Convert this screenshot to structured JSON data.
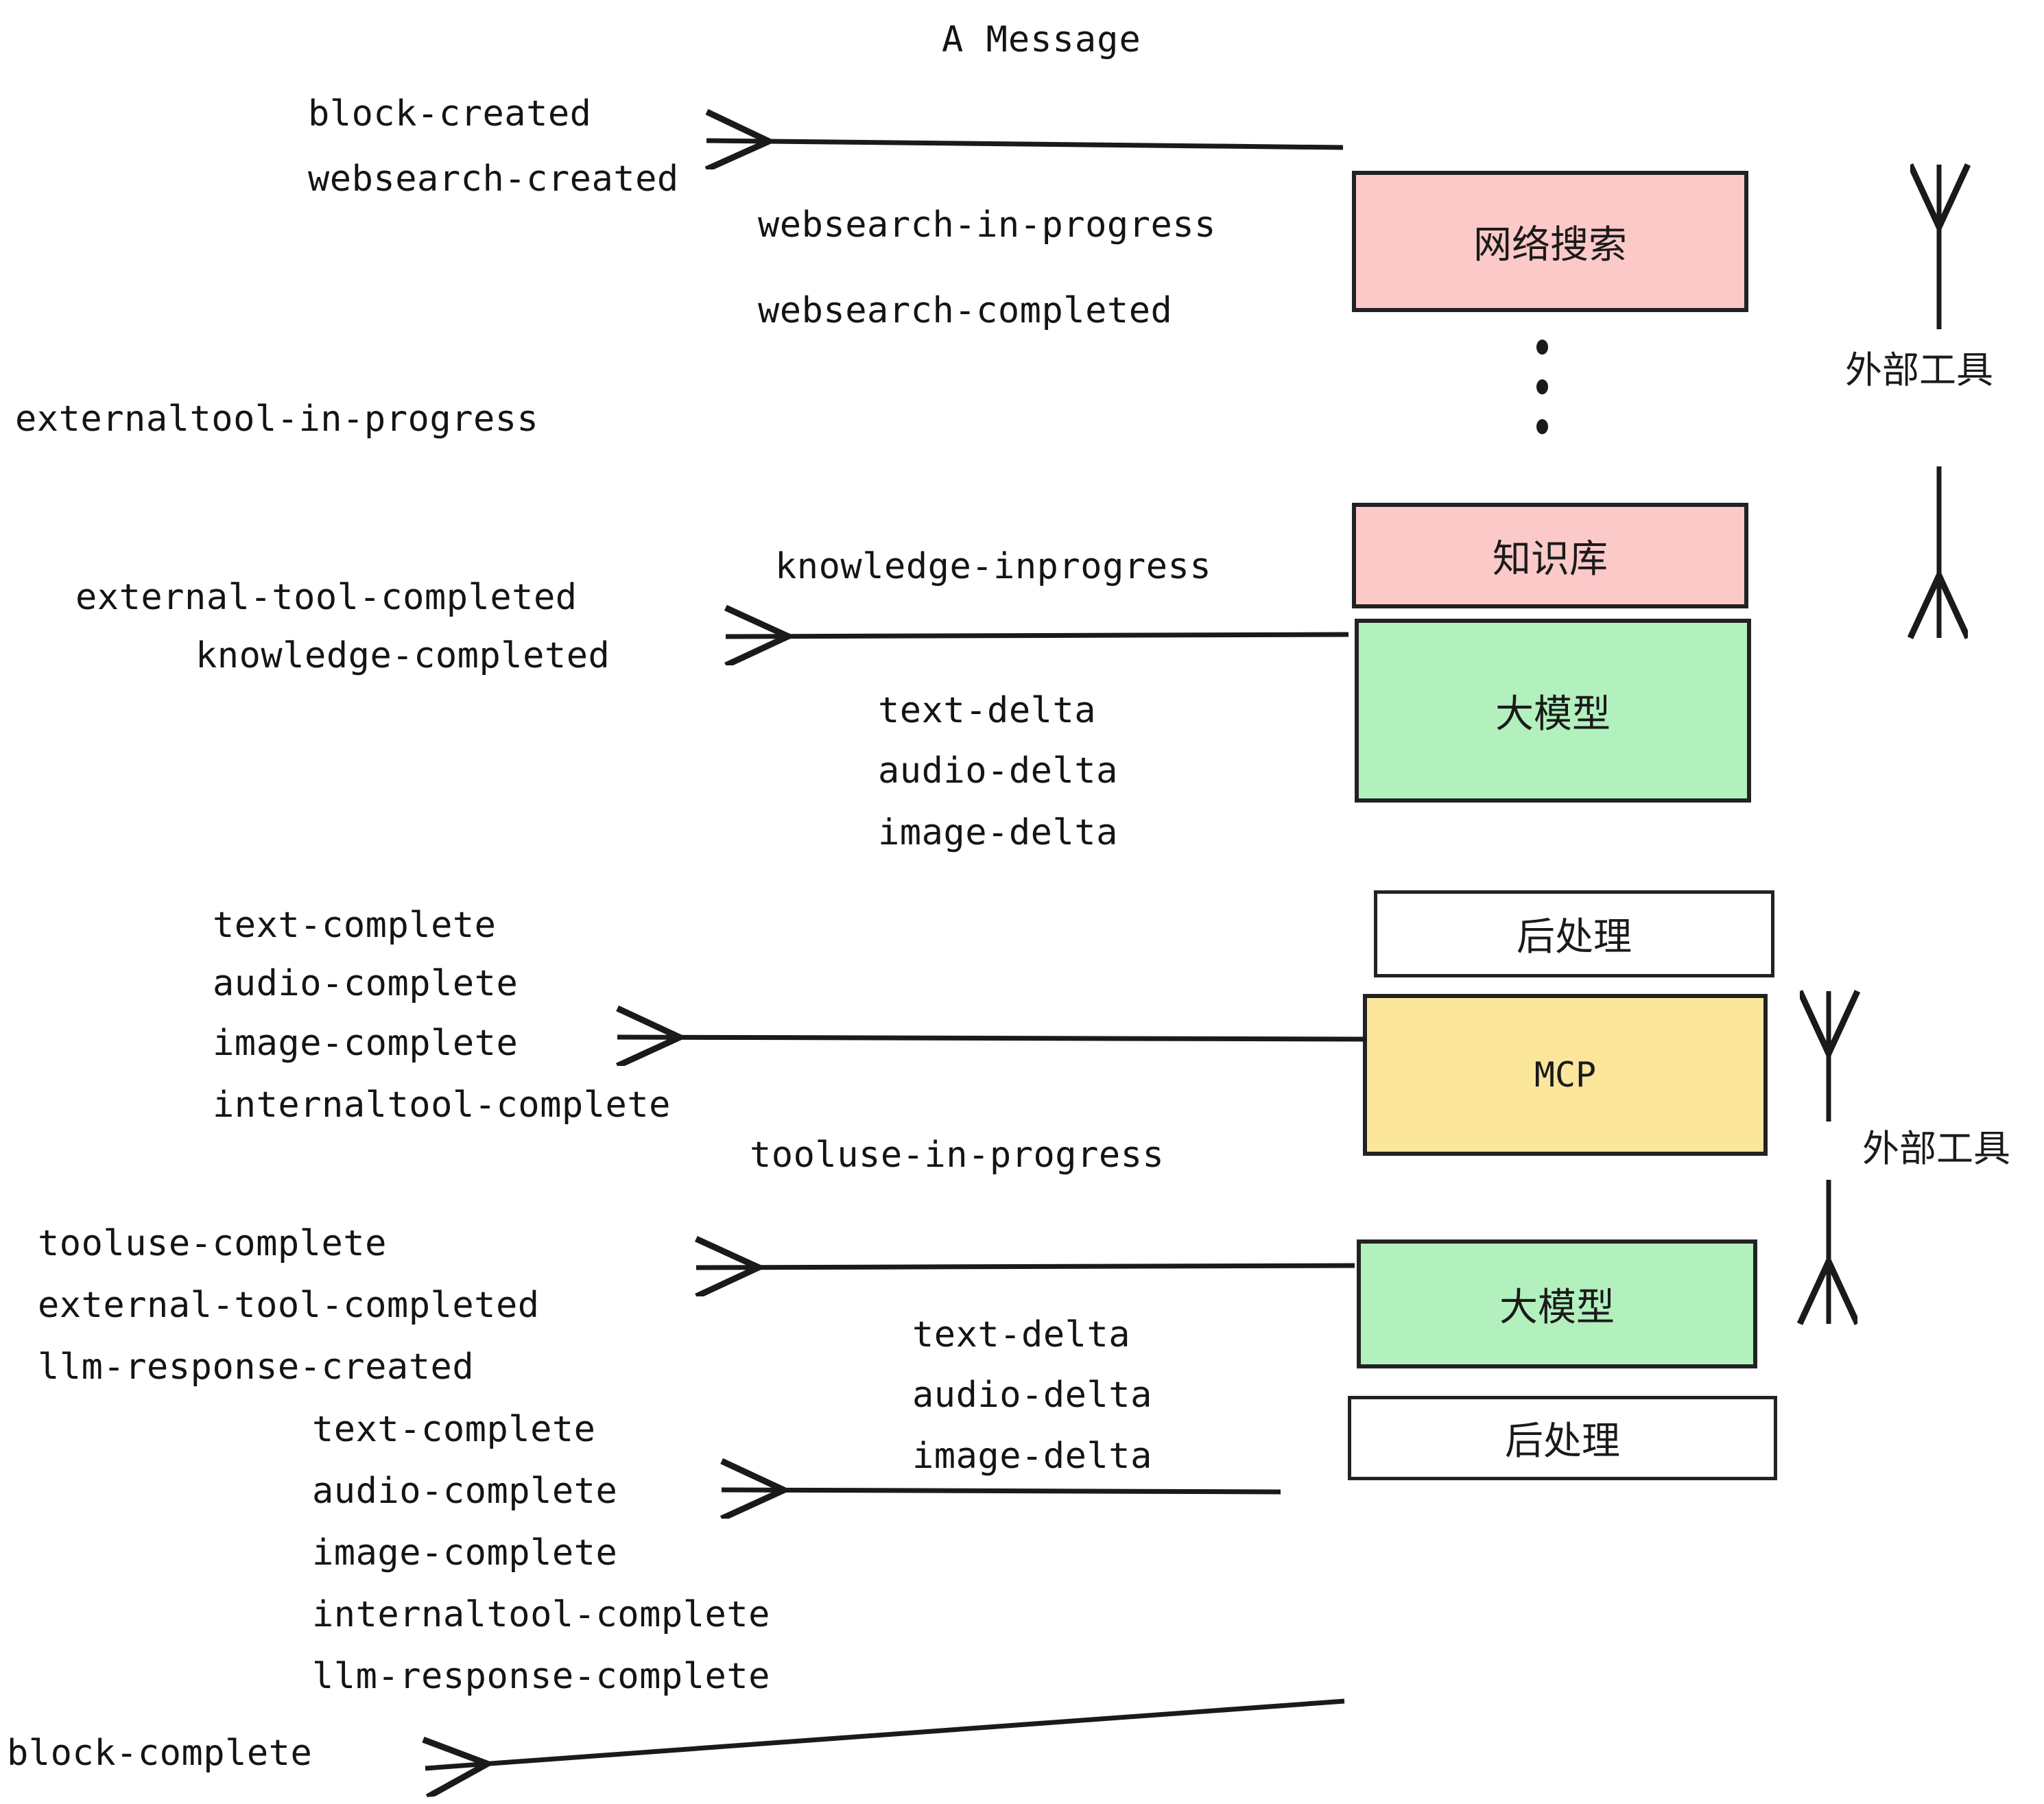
{
  "title": "A Message",
  "colors": {
    "pink": "#FCC9C9",
    "green": "#B2F0BE",
    "yellow": "#FBE69C",
    "white": "#FFFFFF",
    "stroke": "#222222",
    "text": "#141414"
  },
  "boxes": [
    {
      "key": "websearch",
      "label": "网络搜索",
      "fill": "#FCC9C9",
      "mono": false
    },
    {
      "key": "knowledge",
      "label": "知识库",
      "fill": "#FCC9C9",
      "mono": false
    },
    {
      "key": "llm1",
      "label": "大模型",
      "fill": "#B2F0BE",
      "mono": false
    },
    {
      "key": "post1",
      "label": "后处理",
      "fill": "#FFFFFF",
      "mono": false
    },
    {
      "key": "mcp",
      "label": "MCP",
      "fill": "#FBE69C",
      "mono": true
    },
    {
      "key": "llm2",
      "label": "大模型",
      "fill": "#B2F0BE",
      "mono": false
    },
    {
      "key": "post2",
      "label": "后处理",
      "fill": "#FFFFFF",
      "mono": false
    }
  ],
  "side_labels": [
    {
      "key": "external-tool-top",
      "label": "外部工具"
    },
    {
      "key": "external-tool-mcp",
      "label": "外部工具"
    }
  ],
  "events": [
    {
      "key": "block-created",
      "label": "block-created"
    },
    {
      "key": "websearch-created",
      "label": "websearch-created"
    },
    {
      "key": "websearch-in-progress",
      "label": "websearch-in-progress"
    },
    {
      "key": "websearch-completed",
      "label": "websearch-completed"
    },
    {
      "key": "externaltool-in-progress",
      "label": "externaltool-in-progress"
    },
    {
      "key": "knowledge-inprogress",
      "label": "knowledge-inprogress"
    },
    {
      "key": "external-tool-completed-1",
      "label": "external-tool-completed"
    },
    {
      "key": "knowledge-completed",
      "label": "knowledge-completed"
    },
    {
      "key": "text-delta-1",
      "label": "text-delta"
    },
    {
      "key": "audio-delta-1",
      "label": "audio-delta"
    },
    {
      "key": "image-delta-1",
      "label": "image-delta"
    },
    {
      "key": "text-complete-1",
      "label": "text-complete"
    },
    {
      "key": "audio-complete-1",
      "label": "audio-complete"
    },
    {
      "key": "image-complete-1",
      "label": "image-complete"
    },
    {
      "key": "internaltool-complete-1",
      "label": "internaltool-complete"
    },
    {
      "key": "tooluse-in-progress",
      "label": "tooluse-in-progress"
    },
    {
      "key": "tooluse-complete",
      "label": "tooluse-complete"
    },
    {
      "key": "external-tool-completed-2",
      "label": "external-tool-completed"
    },
    {
      "key": "llm-response-created",
      "label": "llm-response-created"
    },
    {
      "key": "text-delta-2",
      "label": "text-delta"
    },
    {
      "key": "audio-delta-2",
      "label": "audio-delta"
    },
    {
      "key": "image-delta-2",
      "label": "image-delta"
    },
    {
      "key": "text-complete-2",
      "label": "text-complete"
    },
    {
      "key": "audio-complete-2",
      "label": "audio-complete"
    },
    {
      "key": "image-complete-2",
      "label": "image-complete"
    },
    {
      "key": "internaltool-complete-2",
      "label": "internaltool-complete"
    },
    {
      "key": "llm-response-complete",
      "label": "llm-response-complete"
    },
    {
      "key": "block-complete",
      "label": "block-complete"
    }
  ]
}
